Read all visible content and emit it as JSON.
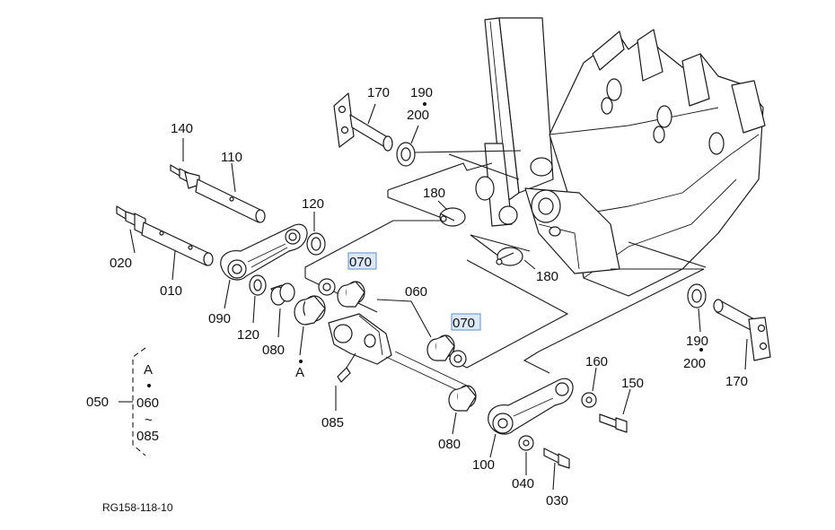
{
  "diagram": {
    "drawing_ref": "RG158-118-10",
    "labels": {
      "p140": "140",
      "p110": "110",
      "p020": "020",
      "p010": "010",
      "p120a": "120",
      "p120b": "120",
      "p090": "090",
      "p080a": "080",
      "p080b": "080",
      "pA": "A",
      "p085": "085",
      "p060": "060",
      "p070a": "070",
      "p070b": "070",
      "p170a": "170",
      "p190a": "190",
      "p200a": "200",
      "p180a": "180",
      "p180b": "180",
      "p190b": "190",
      "p200b": "200",
      "p170b": "170",
      "p160": "160",
      "p150": "150",
      "p100": "100",
      "p040": "040",
      "p030": "030"
    },
    "legend": {
      "group": "050",
      "from": "A",
      "mid": "060",
      "tilde": "~",
      "to": "085"
    },
    "highlight_color": "#dbe9f8"
  }
}
